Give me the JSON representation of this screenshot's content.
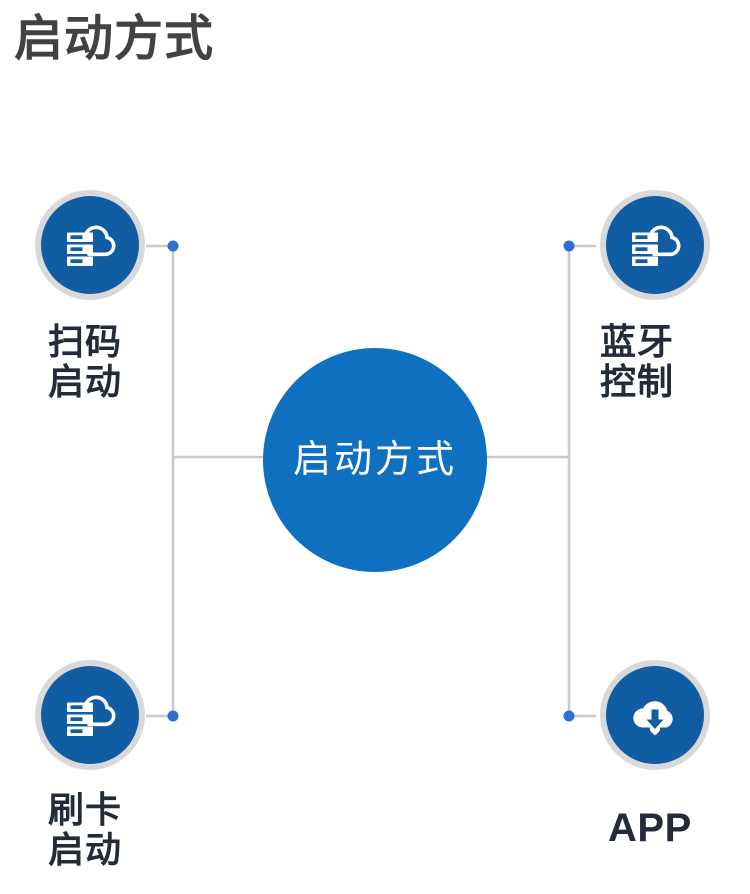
{
  "title": "启动方式",
  "hub": {
    "label": "启动方式",
    "color": "#1070c0",
    "text_color": "#ffffff"
  },
  "theme": {
    "background": "#ffffff",
    "title_color": "#424242",
    "badge_ring_color": "#d9d9d9",
    "badge_fill_color": "#115da3",
    "connector_line_color": "#c9c9c9",
    "connector_dot_color": "#2e6fd0",
    "label_color": "#232b38"
  },
  "nodes": [
    {
      "id": "scan",
      "label": "扫码\n启动",
      "icon": "cloud-server-icon",
      "position": "top-left"
    },
    {
      "id": "bluetooth",
      "label": "蓝牙\n控制",
      "icon": "cloud-server-icon",
      "position": "top-right"
    },
    {
      "id": "card",
      "label": "刷卡\n启动",
      "icon": "cloud-server-icon",
      "position": "bottom-left"
    },
    {
      "id": "app",
      "label": "APP",
      "icon": "cloud-download-icon",
      "position": "bottom-right"
    }
  ]
}
